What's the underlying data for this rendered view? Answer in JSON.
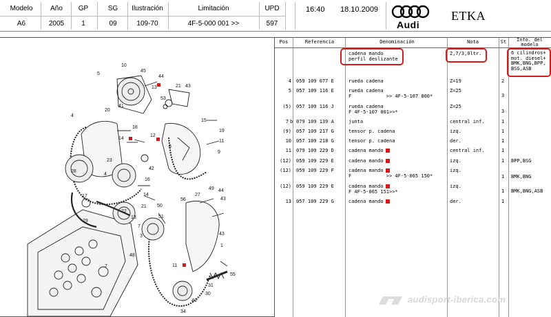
{
  "header": {
    "labels": {
      "modelo": "Modelo",
      "ano": "Año",
      "gp": "GP",
      "sg": "SG",
      "ilustracion": "Ilustración",
      "limitacion": "Limitación",
      "upd": "UPD"
    },
    "values": {
      "modelo": "A6",
      "ano": "2005",
      "gp": "1",
      "sg": "09",
      "ilustracion": "109-70",
      "limitacion": "4F-5-000 001 >>",
      "upd": "597"
    },
    "time": "16:40",
    "date": "18.10.2009",
    "brand": "Audi",
    "app_name": "ETKA"
  },
  "illustration": {
    "callouts": [
      "10",
      "45",
      "44",
      "5",
      "13",
      "53",
      "21",
      "43",
      "20",
      "41",
      "4",
      "18",
      "12",
      "15",
      "14",
      "19",
      "8",
      "11",
      "9",
      "42",
      "23",
      "28",
      "16",
      "4",
      "17",
      "14",
      "44",
      "49",
      "43",
      "27",
      "56",
      "21",
      "50",
      "13",
      "22",
      "29",
      "51",
      "7",
      "3",
      "43",
      "1",
      "55",
      "11",
      "31",
      "30",
      "40",
      "34",
      "7",
      "48"
    ]
  },
  "parts_table": {
    "columns": {
      "pos": "Pos",
      "referencia": "Referencia",
      "denominacion": "Denominación",
      "nota": "Nota",
      "st": "St",
      "info": "Info. del\nmodelo"
    },
    "rows": [
      {
        "pos": "",
        "ref": "",
        "den": "cadena mando\nperfil deslizante",
        "nota": "2,7/3,0ltr.",
        "st": "",
        "info": "6 cilindros+\nmot. diesel+\nBMK,BNG,BPP,\nBSG,ASB",
        "red": false
      },
      {
        "pos": "4",
        "ref": "059 109 077 E",
        "den": "rueda cadena",
        "nota": "Z=19",
        "st": "2",
        "info": "",
        "red": false
      },
      {
        "pos": "5",
        "ref": "057 109 116 E",
        "den": "rueda cadena\nF            >> 4F-5-107 000*",
        "nota": "Z=25",
        "st": "3",
        "info": "",
        "red": false
      },
      {
        "pos": "(5)",
        "ref": "057 109 116 J",
        "den": "rueda cadena\nF 4F-5-107 001>>*",
        "nota": "Z=25",
        "st": "3",
        "info": "",
        "red": false
      },
      {
        "pos": "7",
        "b": "b",
        "ref": "079 109 139 A",
        "den": "junta",
        "nota": "central inf.",
        "st": "1",
        "info": "",
        "red": false
      },
      {
        "pos": "(9)",
        "ref": "057 109 217 G",
        "den": "tensor p. cadena",
        "nota": "izq.",
        "st": "1",
        "info": "",
        "red": false
      },
      {
        "pos": "10",
        "ref": "057 109 218 G",
        "den": "tensor p. cadena",
        "nota": "der.",
        "st": "1",
        "info": "",
        "red": false
      },
      {
        "pos": "11",
        "ref": "079 109 229 D",
        "den": "cadena mando",
        "nota": "central inf.",
        "st": "1",
        "info": "",
        "red": true
      },
      {
        "pos": "(12)",
        "ref": "059 109 229 E",
        "den": "cadena mando",
        "nota": "izq.",
        "st": "1",
        "info": "BPP,BSG",
        "red": true
      },
      {
        "pos": "(12)",
        "ref": "059 109 229 F",
        "den": "cadena mando\nF            >> 4F-5-065 150*",
        "nota": "izq.",
        "st": "1",
        "info": "BMK,BNG",
        "red": true
      },
      {
        "pos": "(12)",
        "ref": "059 109 229 E",
        "den": "cadena mando\nF 4F-5-065 151>>*",
        "nota": "izq.",
        "st": "1",
        "info": "BMK,BNG,ASB",
        "red": true
      },
      {
        "pos": "13",
        "ref": "057 109 229 G",
        "den": "cadena mando",
        "nota": "der.",
        "st": "1",
        "info": "",
        "red": true
      }
    ]
  },
  "watermark": "audisport-iberica.com",
  "colors": {
    "highlight": "#d31c1c",
    "red_marker": "#d61818",
    "border": "#555555"
  }
}
